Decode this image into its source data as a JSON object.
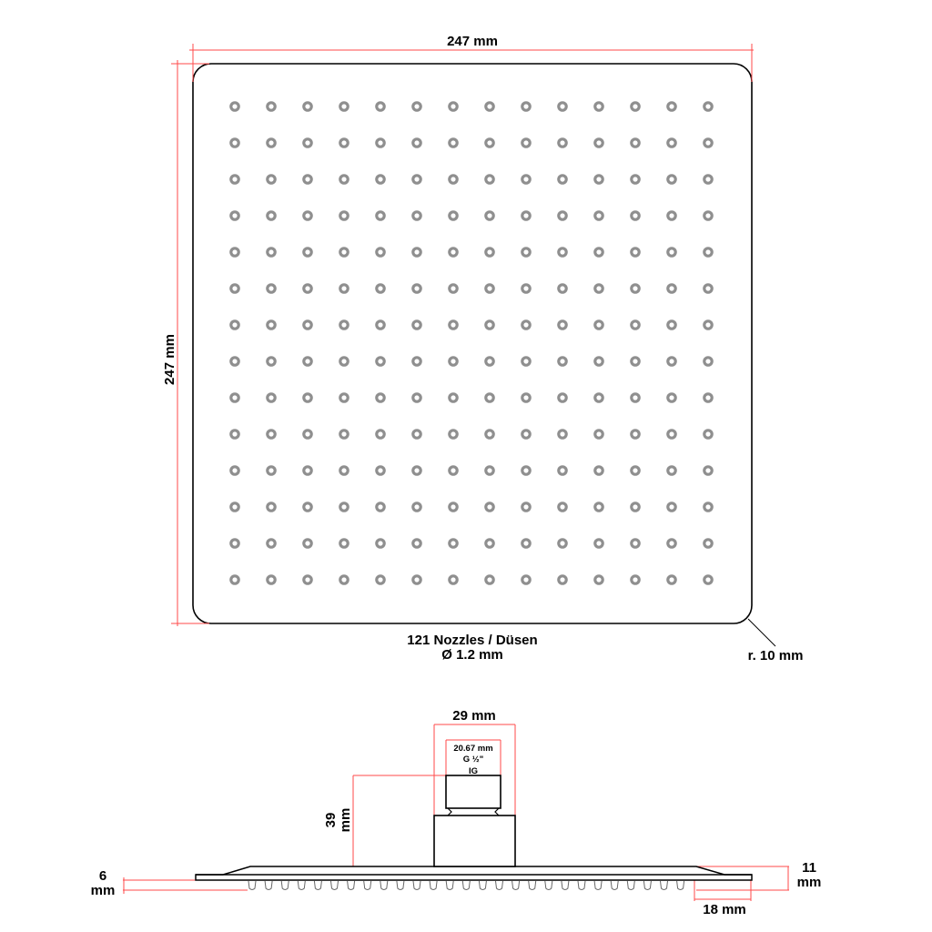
{
  "top_view": {
    "width_label": "247 mm",
    "height_label": "247 mm",
    "nozzle_label": "121 Nozzles / Düsen",
    "nozzle_diameter_label": "Ø 1.2 mm",
    "radius_label": "r. 10 mm",
    "nozzle_grid": {
      "columns": 14,
      "rows": 14
    }
  },
  "side_view": {
    "housing_width_label": "29 mm",
    "thread_size_label": "20.67 mm",
    "thread_type_label": "G ½\"",
    "thread_gender_label": "IG",
    "height_label_value": "39",
    "height_label_unit": "mm",
    "plate_thickness_value": "6",
    "plate_thickness_unit": "mm",
    "edge_height_value": "11",
    "edge_height_unit": "mm",
    "edge_width_label": "18 mm",
    "nozzle_count_visible": 27
  },
  "colors": {
    "dimension": "#ff4a4a",
    "outline": "#000000",
    "nozzle": "#8f8f8f"
  }
}
